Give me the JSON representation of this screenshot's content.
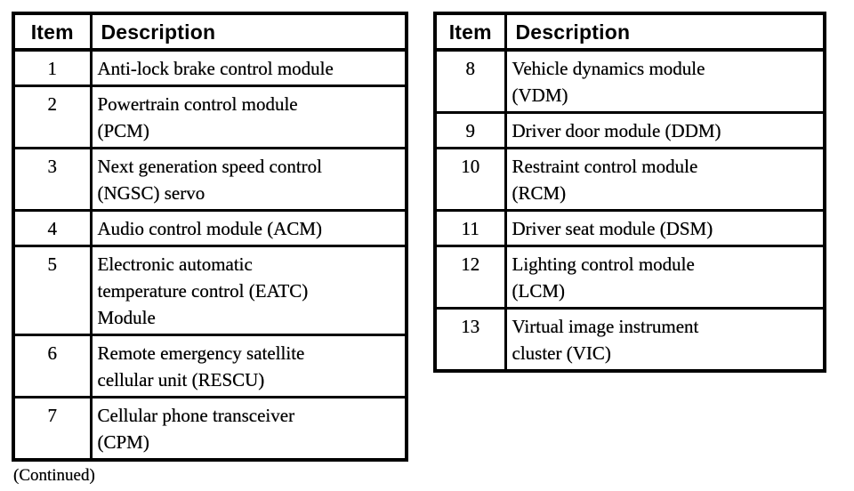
{
  "page": {
    "footer_note": "(Continued)"
  },
  "colors": {
    "ink": "#000000",
    "paper": "#ffffff"
  },
  "tables": [
    {
      "name": "modules-1-7",
      "header": {
        "item": "Item",
        "description": "Description"
      },
      "rows": [
        {
          "item": "1",
          "description": "Anti-lock brake control module"
        },
        {
          "item": "2",
          "description": "Powertrain control module\n(PCM)"
        },
        {
          "item": "3",
          "description": "Next generation speed control\n(NGSC) servo"
        },
        {
          "item": "4",
          "description": "Audio control module (ACM)"
        },
        {
          "item": "5",
          "description": "Electronic automatic\ntemperature control (EATC)\nModule"
        },
        {
          "item": "6",
          "description": "Remote emergency satellite\ncellular unit (RESCU)"
        },
        {
          "item": "7",
          "description": "Cellular phone transceiver\n(CPM)"
        }
      ]
    },
    {
      "name": "modules-8-13",
      "header": {
        "item": "Item",
        "description": "Description"
      },
      "rows": [
        {
          "item": "8",
          "description": "Vehicle dynamics module\n(VDM)"
        },
        {
          "item": "9",
          "description": "Driver door module (DDM)"
        },
        {
          "item": "10",
          "description": "Restraint control module\n(RCM)"
        },
        {
          "item": "11",
          "description": "Driver seat module (DSM)"
        },
        {
          "item": "12",
          "description": "Lighting control module\n(LCM)"
        },
        {
          "item": "13",
          "description": "Virtual image instrument\ncluster (VIC)"
        }
      ]
    }
  ]
}
